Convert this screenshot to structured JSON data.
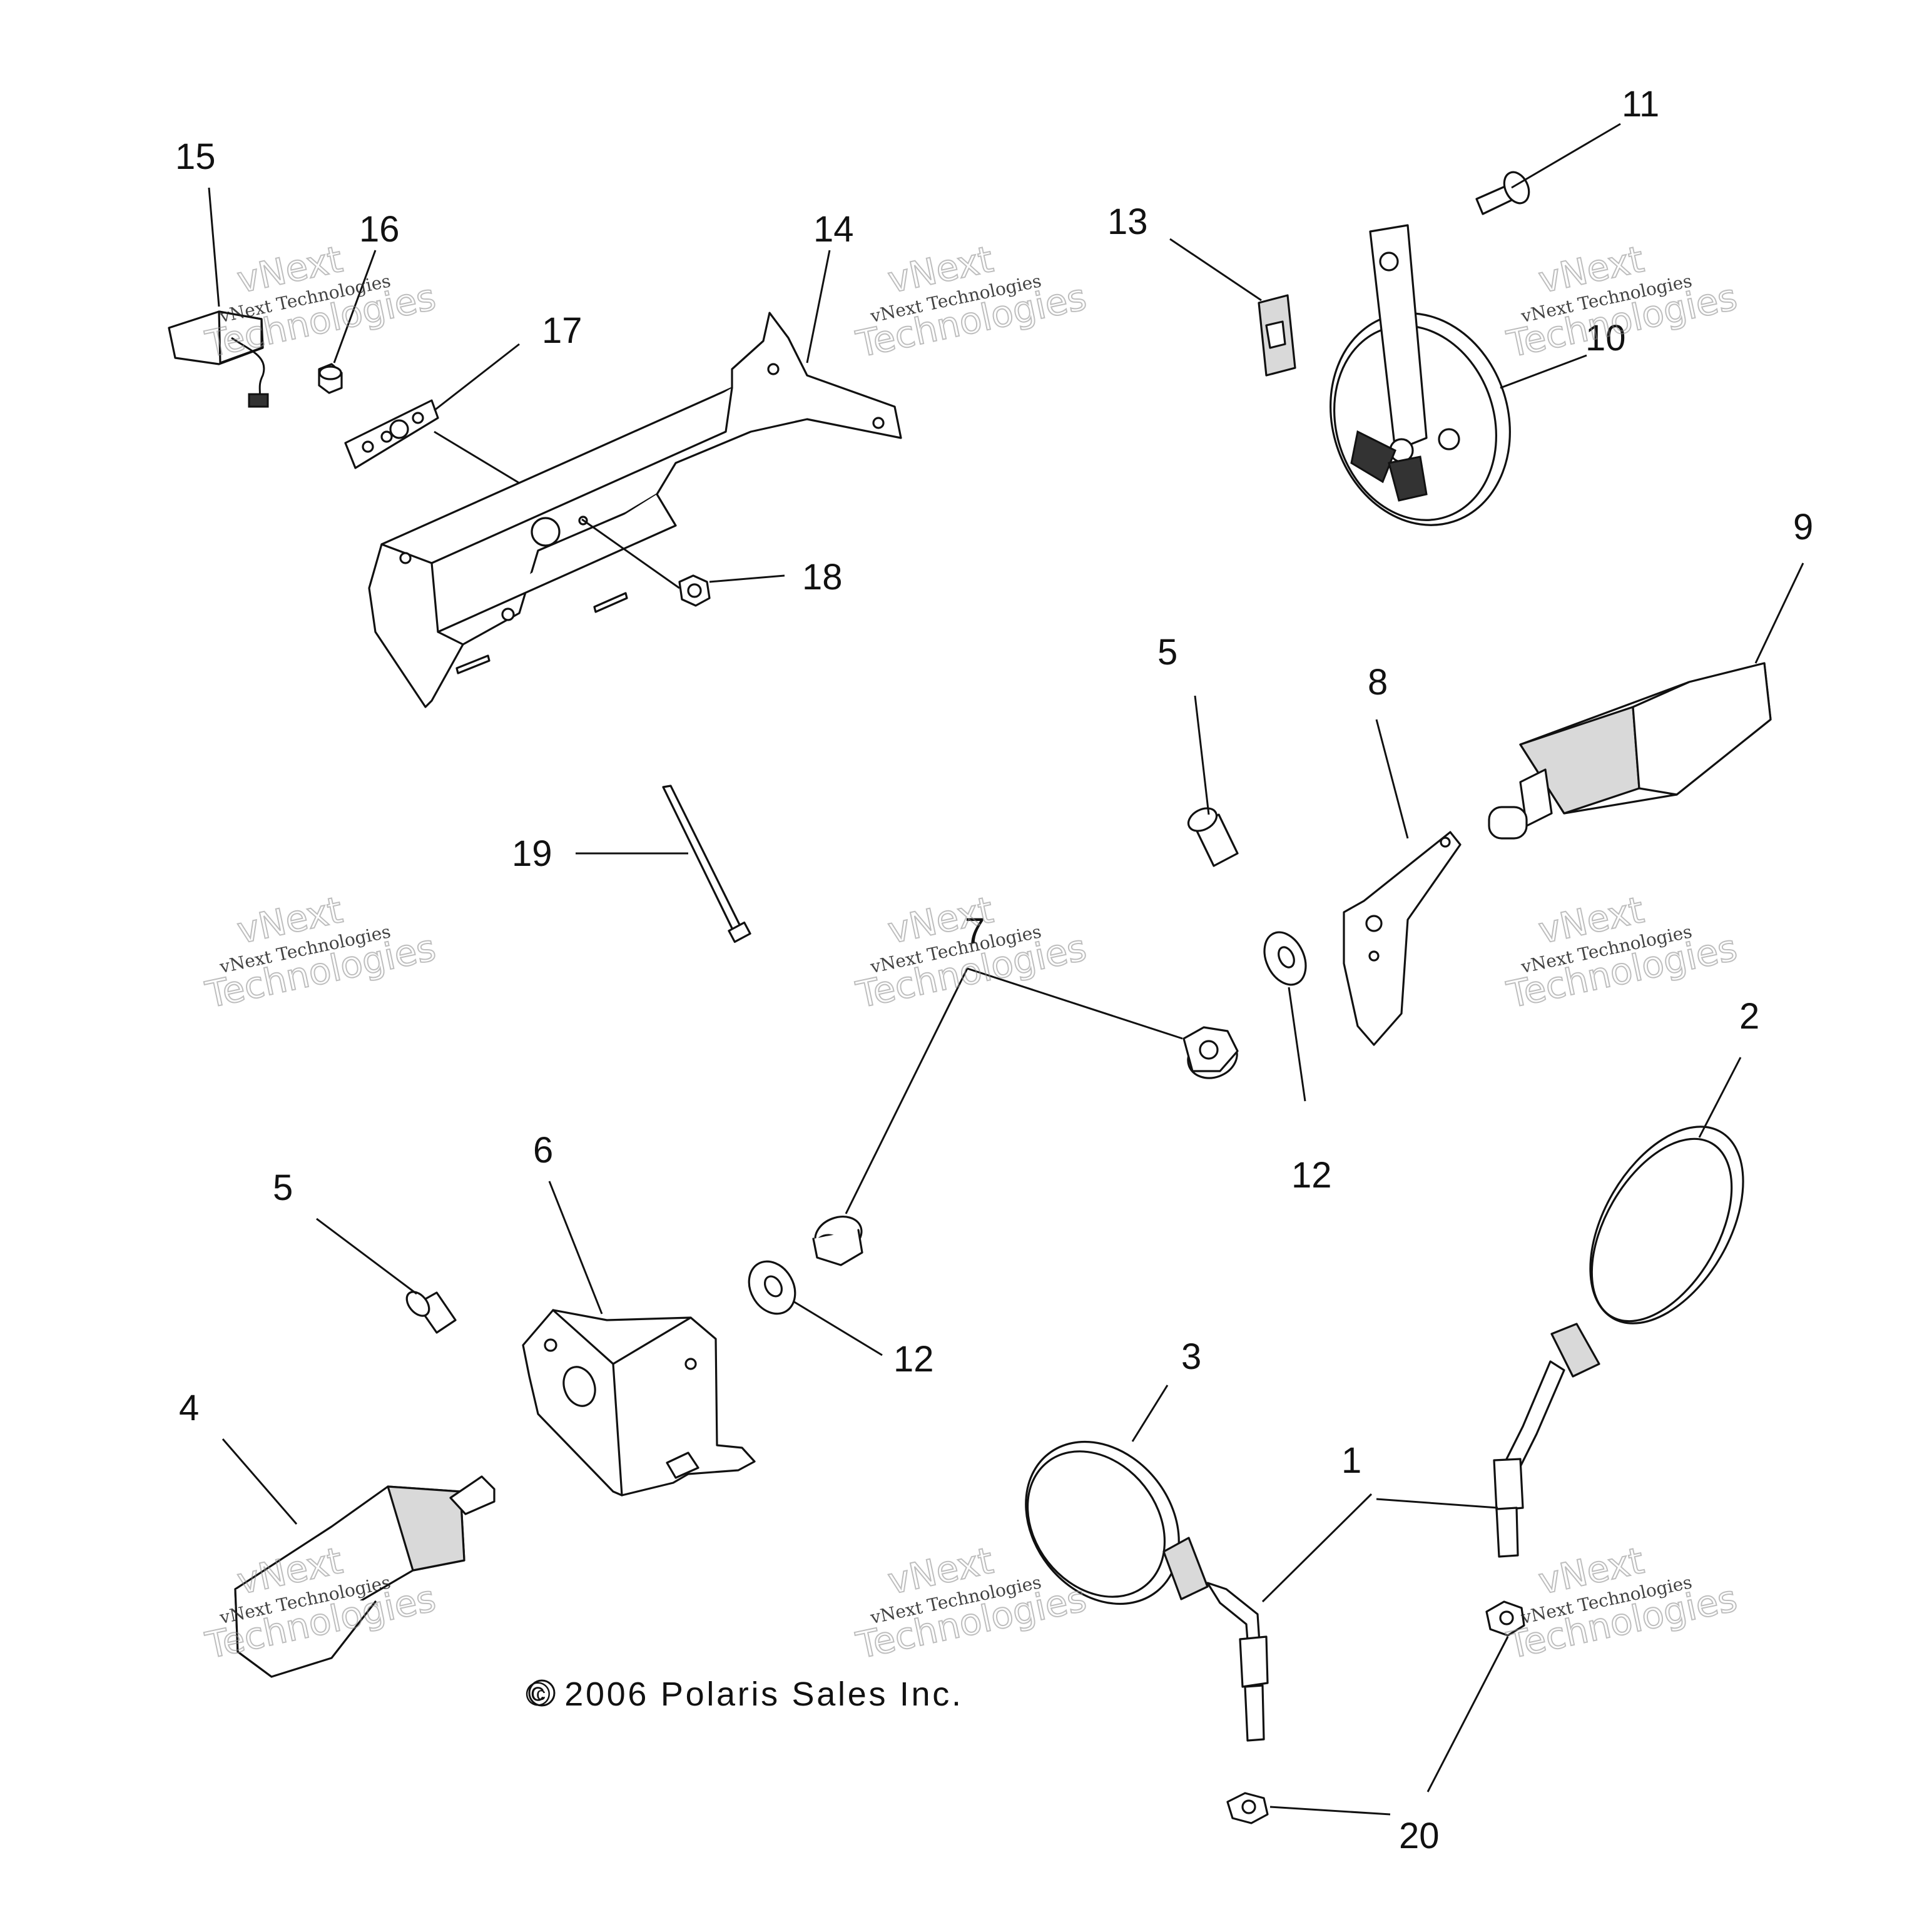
{
  "copyright": "© 2006 Polaris Sales Inc.",
  "watermark": {
    "line1": "vNext",
    "line2": "vNext Technologies",
    "line3": "Technologies"
  },
  "callouts": {
    "p1": "1",
    "p2": "2",
    "p3": "3",
    "p4": "4",
    "p5a": "5",
    "p5b": "5",
    "p6": "6",
    "p7": "7",
    "p8": "8",
    "p9": "9",
    "p10": "10",
    "p11": "11",
    "p12a": "12",
    "p12b": "12",
    "p13": "13",
    "p14": "14",
    "p15": "15",
    "p16": "16",
    "p17": "17",
    "p18": "18",
    "p19": "19",
    "p20": "20"
  }
}
